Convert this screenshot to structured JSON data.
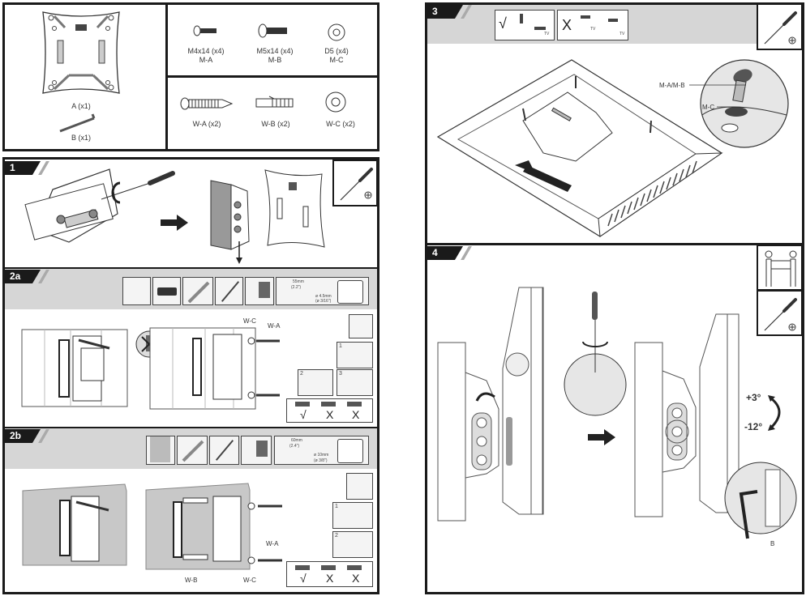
{
  "parts": {
    "mount_plate": {
      "label": "A (x1)"
    },
    "hex_key": {
      "label": "B (x1)"
    },
    "monitor_hardware": [
      {
        "size": "M4x14 (x4)",
        "code": "M-A"
      },
      {
        "size": "M5x14 (x4)",
        "code": "M-B"
      },
      {
        "size": "D5 (x4)",
        "code": "M-C"
      }
    ],
    "wall_hardware": [
      {
        "label": "W-A (x2)"
      },
      {
        "label": "W-B (x2)"
      },
      {
        "label": "W-C (x2)"
      }
    ]
  },
  "steps": {
    "s1": {
      "number": "1",
      "tool": "phillips-screwdriver"
    },
    "s2a": {
      "number": "2a",
      "drill_depth": "55mm",
      "drill_depth_imperial": "(2.2\")",
      "drill_bit": "ø 4.5mm",
      "drill_bit_imperial": "(ø 3/16\")",
      "callouts": {
        "washer": "W-C",
        "screw": "W-A"
      },
      "substeps": [
        "1",
        "2",
        "3"
      ],
      "level_checks": [
        "√",
        "X",
        "X"
      ]
    },
    "s2b": {
      "number": "2b",
      "drill_depth": "60mm",
      "drill_depth_imperial": "(2.4\")",
      "drill_bit": "ø 10mm",
      "drill_bit_imperial": "(ø 3/8\")",
      "callouts": {
        "anchor": "W-B",
        "washer": "W-C",
        "screw": "W-A"
      },
      "substeps": [
        "1",
        "2"
      ],
      "level_checks": [
        "√",
        "X",
        "X"
      ]
    },
    "s3": {
      "number": "3",
      "correct_mark": "√",
      "wrong_mark": "X",
      "tv_label": "TV",
      "callouts": {
        "screw": "M-A/M-B",
        "washer": "M-C"
      }
    },
    "s4": {
      "number": "4",
      "tilt_up": "+3°",
      "tilt_down": "-12°",
      "callouts": {
        "key": "B"
      }
    }
  },
  "colors": {
    "frame": "#1a1a1a",
    "band": "#d6d6d6",
    "wall": "#c8c8c8"
  }
}
